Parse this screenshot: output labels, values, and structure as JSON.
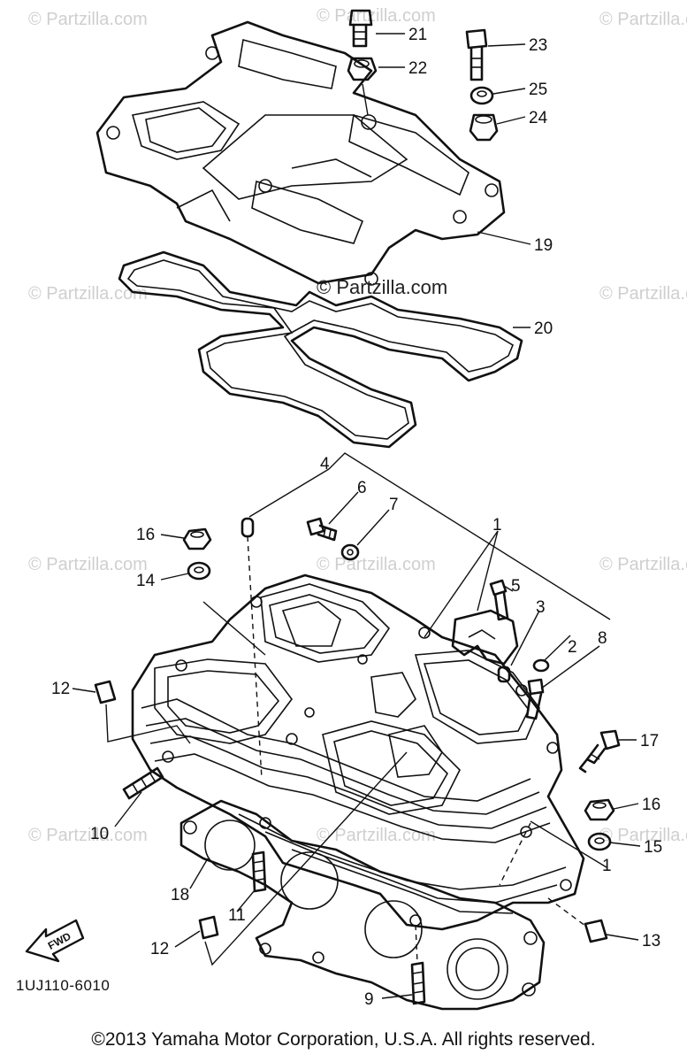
{
  "watermarks": {
    "text": "© Partzilla.com",
    "center_text": "© Partzilla.com"
  },
  "direction_marker": {
    "label": "FWD",
    "icon": "forward-arrow-icon"
  },
  "diagram_code": "1UJ110-6010",
  "copyright": "©2013 Yamaha Motor Corporation, U.S.A. All rights reserved.",
  "callouts": [
    "21",
    "22",
    "23",
    "25",
    "24",
    "19",
    "20",
    "4",
    "6",
    "7",
    "1",
    "16",
    "14",
    "5",
    "3",
    "2",
    "8",
    "12",
    "17",
    "16",
    "10",
    "15",
    "1",
    "18",
    "11",
    "12",
    "13",
    "9"
  ]
}
